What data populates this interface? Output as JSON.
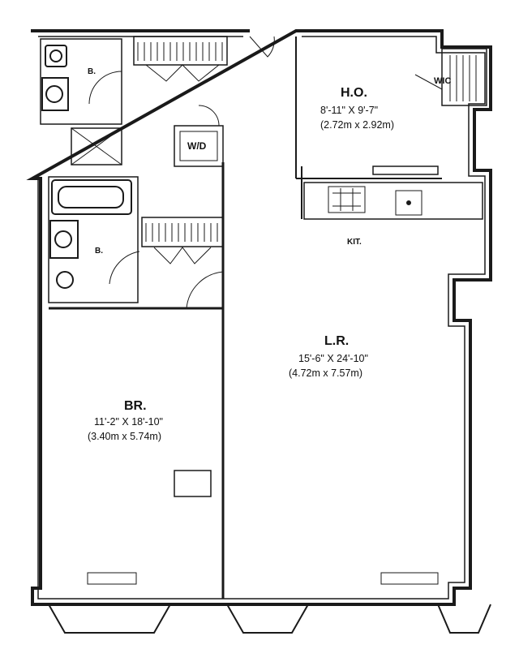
{
  "rooms": {
    "ho": {
      "name": "H.O.",
      "dim_ft": "8'-11\" X 9'-7\"",
      "dim_m": "(2.72m x 2.92m)"
    },
    "lr": {
      "name": "L.R.",
      "dim_ft": "15'-6\" X 24'-10\"",
      "dim_m": "(4.72m x 7.57m)"
    },
    "br": {
      "name": "BR.",
      "dim_ft": "11'-2\" X 18'-10\"",
      "dim_m": "(3.40m x 5.74m)"
    },
    "kit": {
      "name": "KIT."
    },
    "bath_upper": {
      "name": "B."
    },
    "bath_lower": {
      "name": "B."
    },
    "wd": {
      "name": "W/D"
    },
    "wic": {
      "name": "WIC"
    }
  },
  "colors": {
    "wall": "#1a1a1a",
    "background": "#ffffff"
  }
}
